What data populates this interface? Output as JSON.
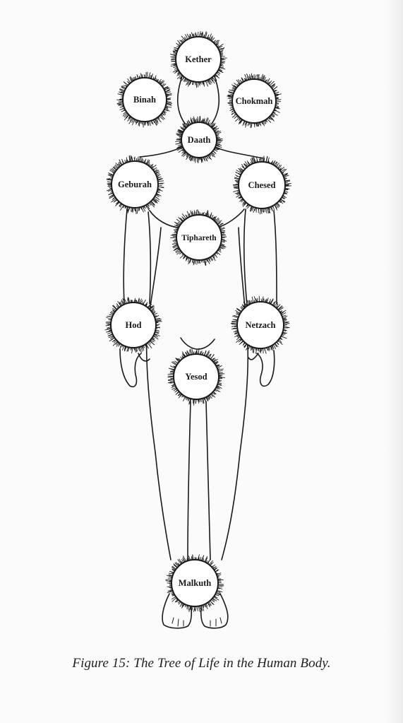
{
  "sephirot": [
    {
      "id": "kether",
      "label": "Kether"
    },
    {
      "id": "binah",
      "label": "Binah"
    },
    {
      "id": "chokmah",
      "label": "Chokmah"
    },
    {
      "id": "daath",
      "label": "Daath"
    },
    {
      "id": "geburah",
      "label": "Geburah"
    },
    {
      "id": "chesed",
      "label": "Chesed"
    },
    {
      "id": "tiphareth",
      "label": "Tiphareth"
    },
    {
      "id": "hod",
      "label": "Hod"
    },
    {
      "id": "netzach",
      "label": "Netzach"
    },
    {
      "id": "yesod",
      "label": "Yesod"
    },
    {
      "id": "malkuth",
      "label": "Malkuth"
    }
  ],
  "caption": "Figure 15: The Tree of Life in the Human Body.",
  "colors": {
    "ink": "#1a1a1a",
    "paper": "#fbfbfb",
    "circle_fill": "#ffffff"
  }
}
